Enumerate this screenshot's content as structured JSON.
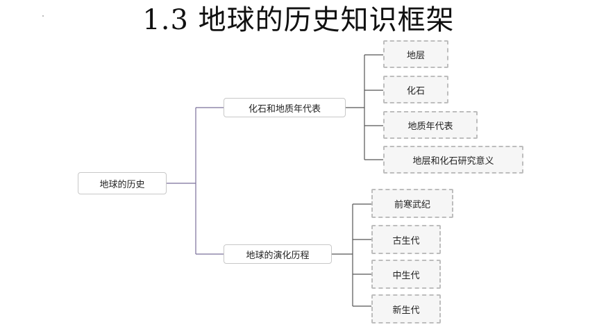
{
  "title": "1.3 地球的历史知识框架",
  "root": {
    "label": "地球的历史"
  },
  "branches": [
    {
      "label": "化石和地质年代表",
      "children": [
        "地层",
        "化石",
        "地质年代表",
        "地层和化石研究意义"
      ]
    },
    {
      "label": "地球的演化历程",
      "children": [
        "前寒武纪",
        "古生代",
        "中生代",
        "新生代"
      ]
    }
  ],
  "colors": {
    "root_connector": "#7a6f9a",
    "branch_connector": "#555555",
    "dashed_border": "#bdbdbd"
  }
}
